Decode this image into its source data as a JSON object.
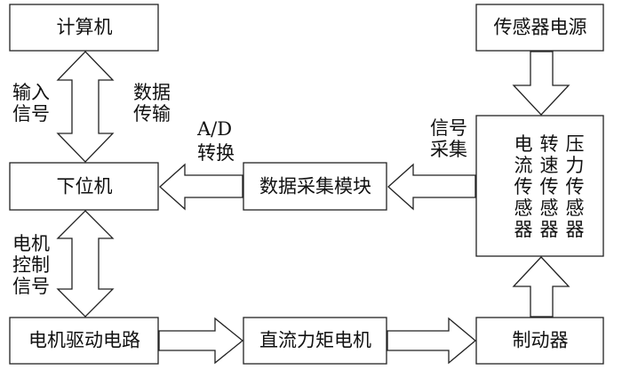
{
  "boxes": {
    "computer": "计算机",
    "lower_machine": "下位机",
    "acquisition": "数据采集模块",
    "sensor_power": "传感器电源",
    "motor_driver": "电机驱动电路",
    "dc_torque_motor": "直流力矩电机",
    "brake": "制动器",
    "sensors": {
      "current": [
        "电",
        "流",
        "传",
        "感",
        "器"
      ],
      "speed": [
        "转",
        "速",
        "传",
        "感",
        "器"
      ],
      "pressure": [
        "压",
        "力",
        "传",
        "感",
        "器"
      ]
    }
  },
  "labels": {
    "input_signal": "输入\n信号",
    "data_transfer": "数据\n传输",
    "ad_line1": "A/D",
    "ad_line2": "转换",
    "signal_acq": "信号\n采集",
    "motor_control": "电机\n控制\n信号"
  }
}
